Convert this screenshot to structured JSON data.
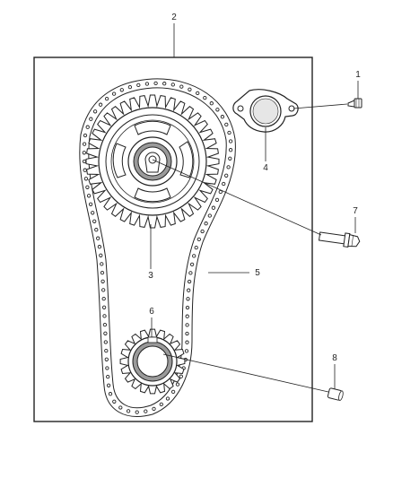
{
  "callouts": {
    "c1": "1",
    "c2": "2",
    "c3": "3",
    "c4": "4",
    "c5": "5",
    "c6": "6",
    "c7": "7",
    "c8": "8"
  },
  "parts": [
    {
      "ref": "1",
      "part": "bolt"
    },
    {
      "ref": "2",
      "part": "timing-chain-assembly-frame"
    },
    {
      "ref": "3",
      "part": "camshaft-sprocket"
    },
    {
      "ref": "4",
      "part": "thrust-plate"
    },
    {
      "ref": "5",
      "part": "timing-chain"
    },
    {
      "ref": "6",
      "part": "crankshaft-sprocket"
    },
    {
      "ref": "7",
      "part": "camshaft-sprocket-bolt"
    },
    {
      "ref": "8",
      "part": "dowel-pin"
    }
  ],
  "colors": {
    "line": "#222222",
    "fill": "#ffffff",
    "shade": "#9a9a9a"
  }
}
